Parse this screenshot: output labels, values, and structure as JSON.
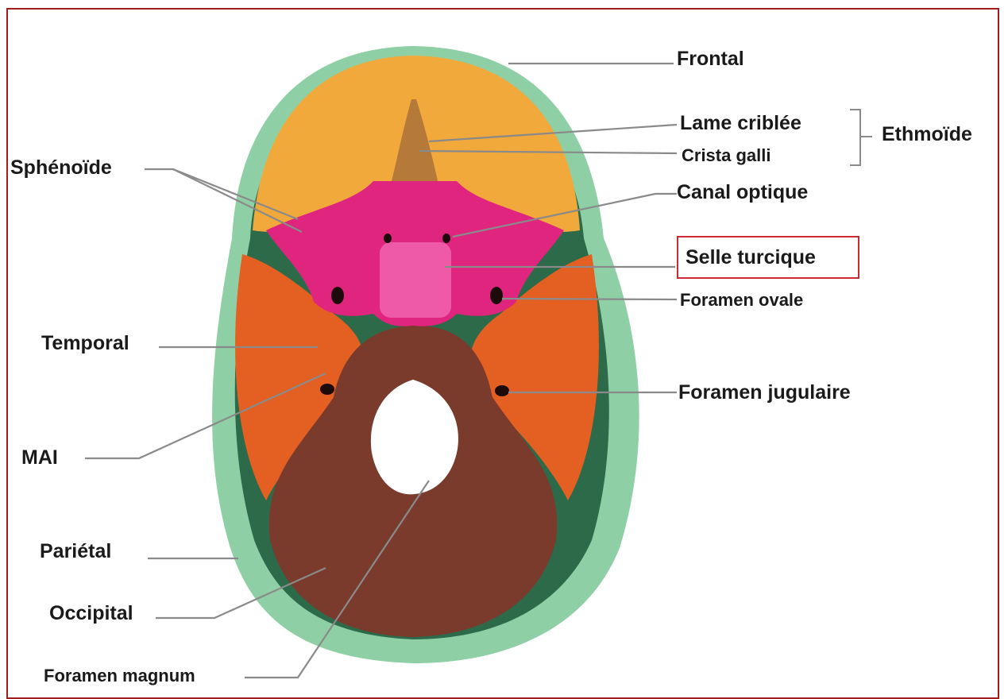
{
  "colors": {
    "frame": "#a31d1d",
    "highlight_box": "#cc2a36",
    "leader_line": "#8a8a8a",
    "frontal": "#f2a93b",
    "ethmoid": "#b5793a",
    "sphenoid": "#e0257f",
    "temporal": "#e45f22",
    "occipital": "#7a3a2c",
    "parietal": "#8fcfa5",
    "parietal_inner": "#2d6a4a"
  },
  "labels": {
    "frontal": "Frontal",
    "lame_criblee": "Lame criblée",
    "crista_galli": "Crista galli",
    "ethmoide": "Ethmoïde",
    "canal_optique": "Canal optique",
    "selle_turcique": "Selle turcique",
    "foramen_ovale": "Foramen ovale",
    "foramen_jugulaire": "Foramen jugulaire",
    "sphenoide": "Sphénoïde",
    "temporal": "Temporal",
    "mai": "MAI",
    "parietal": "Pariétal",
    "occipital": "Occipital",
    "foramen_magnum": "Foramen magnum"
  }
}
